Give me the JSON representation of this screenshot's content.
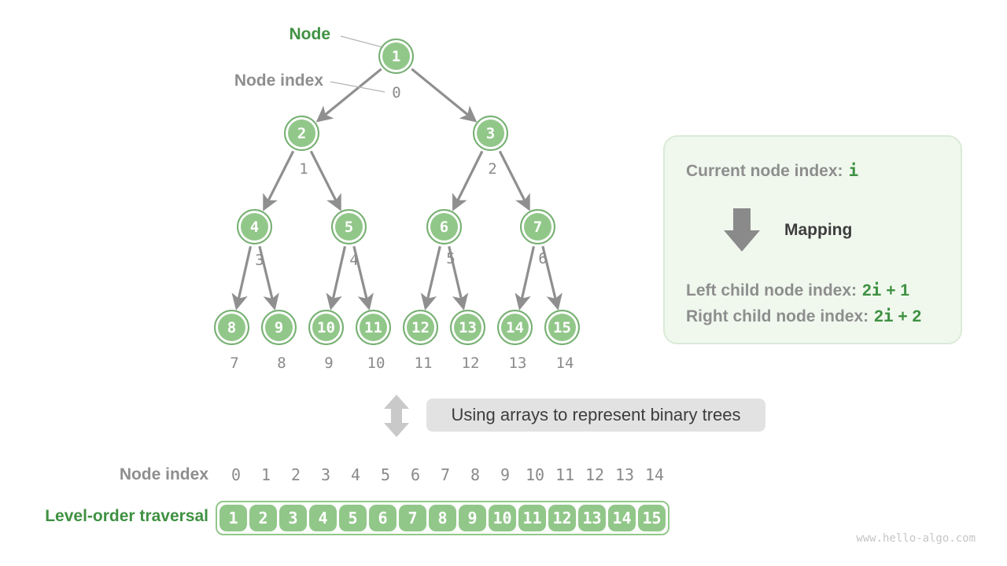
{
  "colors": {
    "green_text": "#3f9142",
    "node_fill": "#92c78a",
    "node_border": "#77b073",
    "gray_text": "#8e8e8e",
    "dark_text": "#3d3d3d",
    "index_text": "#8a8a8a",
    "edge": "#8f8f8f",
    "thin_line": "#b5b5b5",
    "box_bg": "#f0f8ee",
    "box_border": "#dbead7",
    "block_arrow": "#8a8a8a",
    "pill_bg": "#e2e2e2",
    "light_arrow": "#c9c9c9",
    "watermark": "#c6c6c6"
  },
  "tree": {
    "node_label": "Node",
    "index_label": "Node index",
    "nodes": [
      "1",
      "2",
      "3",
      "4",
      "5",
      "6",
      "7",
      "8",
      "9",
      "10",
      "11",
      "12",
      "13",
      "14",
      "15"
    ],
    "indices": [
      "0",
      "1",
      "2",
      "3",
      "4",
      "5",
      "6",
      "7",
      "8",
      "9",
      "10",
      "11",
      "12",
      "13",
      "14"
    ]
  },
  "mapping_box": {
    "current_label": "Current node index:",
    "current_value": "i",
    "arrow_label": "Mapping",
    "left_label": "Left child node index:",
    "left_value_parts": [
      "2",
      "i",
      " + 1"
    ],
    "right_label": "Right child node index:",
    "right_value_parts": [
      "2",
      "i",
      " + 2"
    ]
  },
  "caption": {
    "text": "Using arrays to represent binary trees"
  },
  "array_section": {
    "index_label": "Node index",
    "traversal_label": "Level-order traversal",
    "indices": [
      "0",
      "1",
      "2",
      "3",
      "4",
      "5",
      "6",
      "7",
      "8",
      "9",
      "10",
      "11",
      "12",
      "13",
      "14"
    ],
    "values": [
      "1",
      "2",
      "3",
      "4",
      "5",
      "6",
      "7",
      "8",
      "9",
      "10",
      "11",
      "12",
      "13",
      "14",
      "15"
    ]
  },
  "site": {
    "watermark": "www.hello-algo.com"
  }
}
